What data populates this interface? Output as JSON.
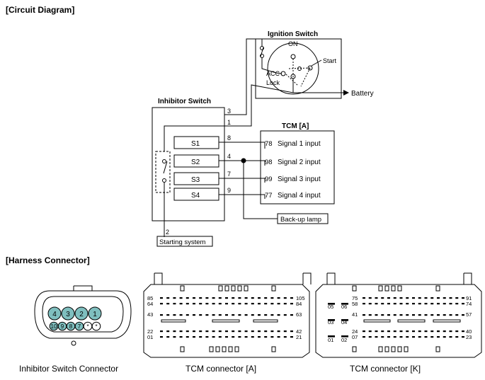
{
  "sections": {
    "circuit_title": "[Circuit Diagram]",
    "harness_title": "[Harness Connector]"
  },
  "ignition": {
    "title": "Ignition Switch",
    "on": "ON",
    "start": "Start",
    "acc": "ACC",
    "lock": "Lock",
    "battery": "Battery"
  },
  "inhibitor": {
    "title": "Inhibitor Switch",
    "switches": [
      "S1",
      "S2",
      "S3",
      "S4"
    ],
    "wire_numbers": {
      "w3": "3",
      "w1": "1",
      "w8": "8",
      "w4": "4",
      "w7": "7",
      "w9": "9",
      "w2": "2"
    }
  },
  "tcm": {
    "title": "TCM [A]",
    "inputs": [
      {
        "pin": "78",
        "label": "Signal 1 input"
      },
      {
        "pin": "98",
        "label": "Signal 2 input"
      },
      {
        "pin": "99",
        "label": "Signal 3 input"
      },
      {
        "pin": "77",
        "label": "Signal 4 input"
      }
    ]
  },
  "backup_lamp": "Back-up lamp",
  "starting_system": "Starting system",
  "inhibitor_connector": {
    "caption": "Inhibitor Switch Connector",
    "top_pins": [
      "4",
      "3",
      "2",
      "1"
    ],
    "bottom_pins": [
      "10",
      "9",
      "8",
      "7",
      "*",
      "*"
    ],
    "pin_color": "#7fbfbf"
  },
  "tcm_connector_a": {
    "caption": "TCM connector [A]",
    "pin_labels": {
      "tl1": "85",
      "tl2": "64",
      "ml": "43",
      "bl1": "22",
      "bl2": "01",
      "tr1": "105",
      "tr2": "84",
      "mr": "63",
      "br1": "42",
      "br2": "21"
    }
  },
  "tcm_connector_k": {
    "caption": "TCM connector [K]",
    "pin_labels": {
      "a1": "05",
      "a2": "06",
      "b1": "03",
      "b2": "04",
      "c1": "01",
      "c2": "02",
      "tl1": "75",
      "tl2": "58",
      "ml": "41",
      "bl1": "24",
      "bl2": "07",
      "tr1": "91",
      "tr2": "74",
      "mr": "57",
      "br1": "40",
      "br2": "23"
    }
  }
}
